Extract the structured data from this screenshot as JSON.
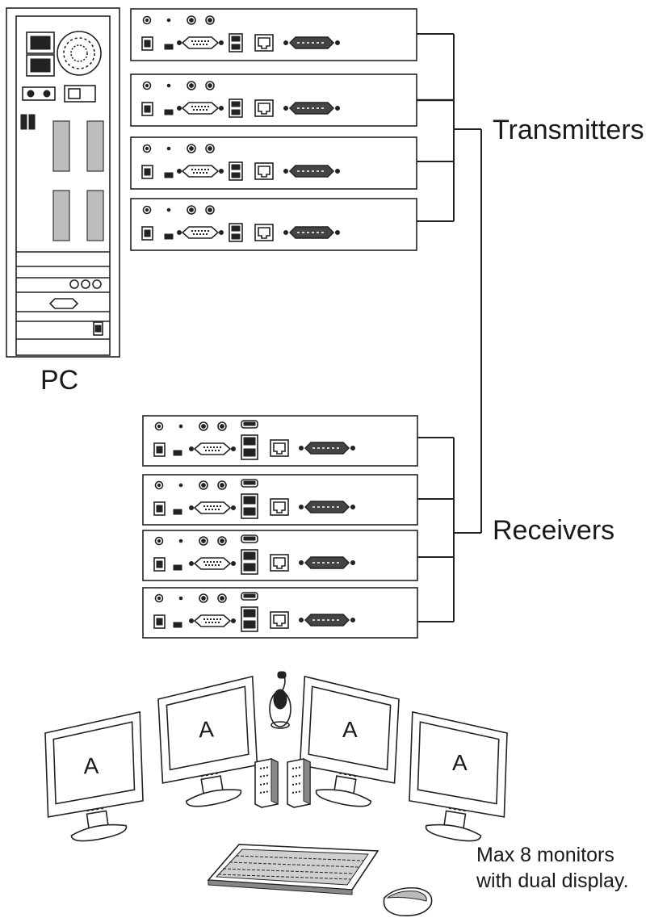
{
  "labels": {
    "pc": "PC",
    "transmitters": "Transmitters",
    "receivers": "Receivers",
    "monitor_letter": "A",
    "note_line1": "Max 8 monitors",
    "note_line2": "with dual display."
  },
  "counts": {
    "transmitters": 4,
    "receivers": 4,
    "monitors": 4
  },
  "colors": {
    "line": "#222222",
    "background": "#ffffff",
    "panel_gray": "#bdbdbd"
  },
  "icons": [
    "pc-tower-icon",
    "transmitter-unit-icon",
    "receiver-unit-icon",
    "monitor-icon",
    "microphone-icon",
    "speaker-icon",
    "keyboard-icon",
    "mouse-icon"
  ]
}
